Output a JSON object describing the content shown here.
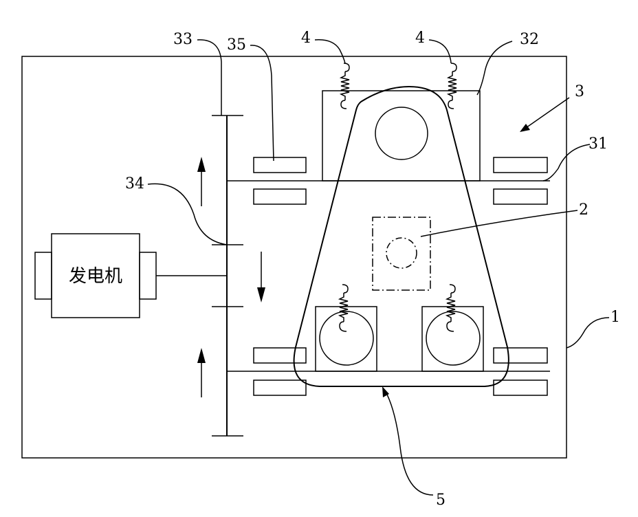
{
  "generator": {
    "label": "发电机"
  },
  "labels": {
    "l1": "1",
    "l2": "2",
    "l3": "3",
    "l4a": "4",
    "l4b": "4",
    "l5": "5",
    "l31": "31",
    "l32": "32",
    "l33": "33",
    "l34": "34",
    "l35": "35"
  }
}
